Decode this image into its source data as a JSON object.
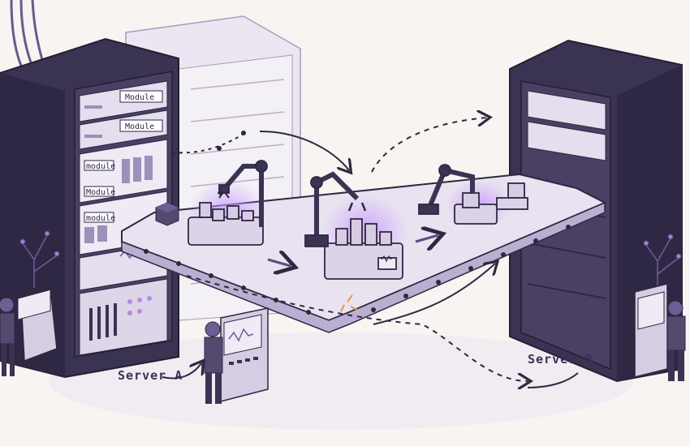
{
  "labels": {
    "server_a": "Server A",
    "server_b": "Server B",
    "modules": [
      "Module",
      "Module",
      "module",
      "Module",
      "module"
    ]
  },
  "colors": {
    "rack_dark": "#3b3352",
    "rack_mid": "#55496f",
    "rack_light": "#e6e0ee",
    "accent": "#b58be6",
    "ink": "#2e2842",
    "paper": "#f7f4f1"
  }
}
